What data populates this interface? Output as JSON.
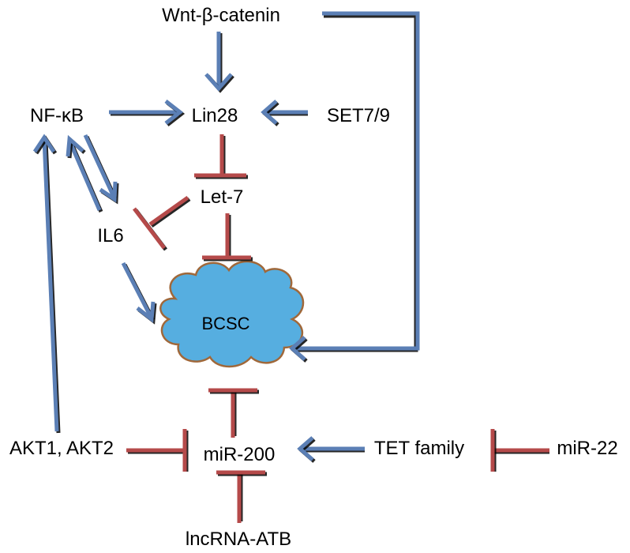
{
  "nodes": {
    "wnt": "Wnt-β-catenin",
    "nfkb": "NF-κB",
    "lin28": "Lin28",
    "set79": "SET7/9",
    "let7": "Let-7",
    "il6": "IL6",
    "bcsc": "BCSC",
    "akt": "AKT1, AKT2",
    "mir200": "miR-200",
    "tet": "TET family",
    "mir22": "miR-22",
    "lncrna": "lncRNA-ATB"
  },
  "colors": {
    "activation": "#5b7fb5",
    "inhibition": "#b54a4a",
    "cloud_fill": "#56aee0",
    "cloud_border": "#a0683a"
  },
  "edges": [
    {
      "from": "wnt",
      "to": "lin28",
      "type": "activation"
    },
    {
      "from": "nfkb",
      "to": "lin28",
      "type": "activation"
    },
    {
      "from": "set79",
      "to": "lin28",
      "type": "activation"
    },
    {
      "from": "lin28",
      "to": "let7",
      "type": "inhibition"
    },
    {
      "from": "let7",
      "to": "il6",
      "type": "inhibition"
    },
    {
      "from": "let7",
      "to": "bcsc",
      "type": "inhibition"
    },
    {
      "from": "nfkb",
      "to": "il6",
      "type": "activation"
    },
    {
      "from": "il6",
      "to": "nfkb",
      "type": "activation"
    },
    {
      "from": "il6",
      "to": "bcsc",
      "type": "activation"
    },
    {
      "from": "wnt",
      "to": "bcsc",
      "type": "activation"
    },
    {
      "from": "akt",
      "to": "nfkb",
      "type": "activation"
    },
    {
      "from": "akt",
      "to": "mir200",
      "type": "inhibition"
    },
    {
      "from": "mir200",
      "to": "bcsc",
      "type": "inhibition"
    },
    {
      "from": "tet",
      "to": "mir200",
      "type": "activation"
    },
    {
      "from": "mir22",
      "to": "tet",
      "type": "inhibition"
    },
    {
      "from": "lncrna",
      "to": "mir200",
      "type": "inhibition"
    }
  ]
}
